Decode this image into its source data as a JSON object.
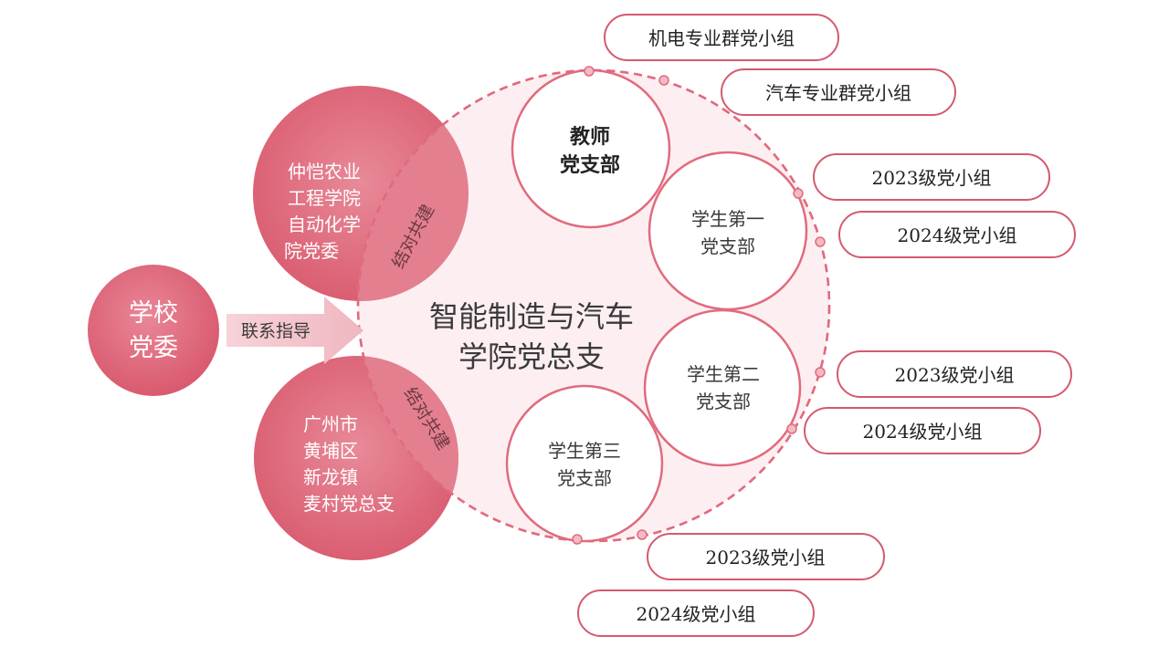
{
  "school_committee": {
    "line1": "学校",
    "line2": "党委"
  },
  "guidance_arrow": {
    "label": "联系指导"
  },
  "partner_top": {
    "lines": [
      "仲恺农业",
      "工程学院",
      "自动化学",
      "院党委"
    ],
    "pairing_label": "结对共建"
  },
  "partner_bottom": {
    "lines": [
      "广州市",
      "黄埔区",
      "新龙镇",
      "麦村党总支"
    ],
    "pairing_label": "结对共建"
  },
  "main_branch": {
    "line1": "智能制造与汽车",
    "line2": "学院党总支"
  },
  "sub_branches": {
    "teacher": {
      "line1": "教师",
      "line2": "党支部"
    },
    "student1": {
      "line1": "学生第一",
      "line2": "党支部"
    },
    "student2": {
      "line1": "学生第二",
      "line2": "党支部"
    },
    "student3": {
      "line1": "学生第三",
      "line2": "党支部"
    }
  },
  "groups": {
    "electromech": "机电专业群党小组",
    "auto": "汽车专业群党小组",
    "s1_2023": "2023级党小组",
    "s1_2024": "2024级党小组",
    "s2_2023": "2023级党小组",
    "s2_2024": "2024级党小组",
    "s3_2023": "2023级党小组",
    "s3_2024": "2024级党小组"
  },
  "colors": {
    "accent": "#e06b7e",
    "big_circle_fill": "#fcebee",
    "partner_fill": "#df6d80",
    "school_fill": "#e0687c",
    "arrow_fill": "#f4c6ce",
    "pill_border": "#d45a6e",
    "text_dark": "#3a3a3a"
  }
}
